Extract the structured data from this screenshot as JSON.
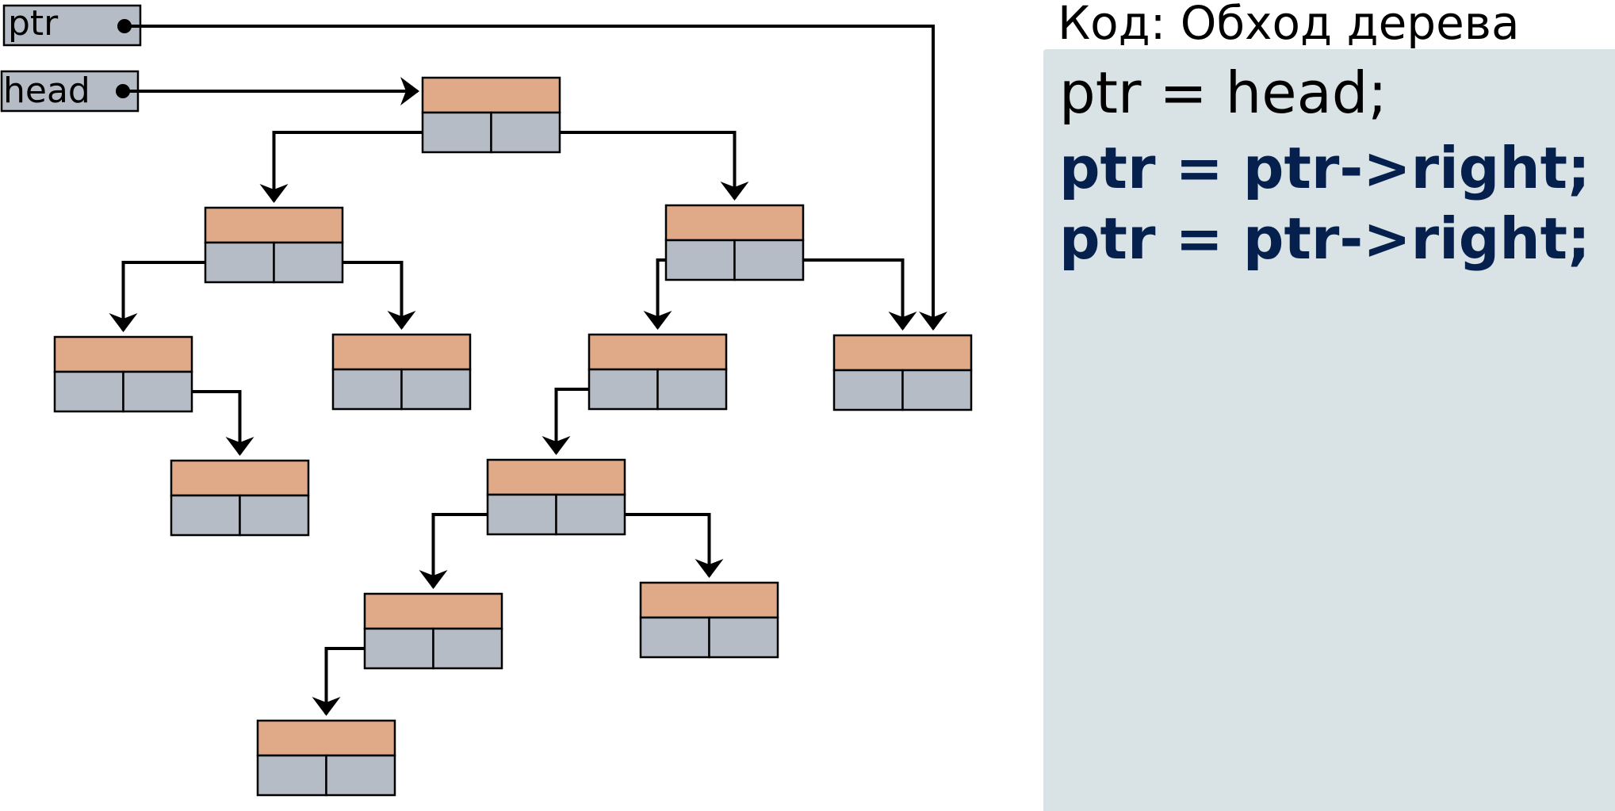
{
  "colors": {
    "node_value": "#e0aa88",
    "node_pointer": "#b6bcc6",
    "stroke": "#000000",
    "code_panel": "#d9e2e5",
    "code_normal": "#000000",
    "code_highlight": "#06204e"
  },
  "variables": [
    {
      "id": "ptr",
      "label": "ptr"
    },
    {
      "id": "head",
      "label": "head"
    }
  ],
  "tree": {
    "nodes": [
      {
        "id": "n0"
      },
      {
        "id": "n1"
      },
      {
        "id": "n2"
      },
      {
        "id": "n3"
      },
      {
        "id": "n4"
      },
      {
        "id": "n5"
      },
      {
        "id": "n6"
      },
      {
        "id": "n7"
      },
      {
        "id": "n8"
      },
      {
        "id": "n9"
      },
      {
        "id": "n10"
      },
      {
        "id": "n11"
      },
      {
        "id": "n12"
      }
    ],
    "edges": [
      {
        "from": "n0",
        "side": "left",
        "to": "n1"
      },
      {
        "from": "n0",
        "side": "right",
        "to": "n2"
      },
      {
        "from": "n1",
        "side": "left",
        "to": "n3"
      },
      {
        "from": "n1",
        "side": "right",
        "to": "n4"
      },
      {
        "from": "n2",
        "side": "left",
        "to": "n5"
      },
      {
        "from": "n2",
        "side": "right",
        "to": "n6"
      },
      {
        "from": "n3",
        "side": "right",
        "to": "n7"
      },
      {
        "from": "n5",
        "side": "left",
        "to": "n8"
      },
      {
        "from": "n8",
        "side": "left",
        "to": "n9"
      },
      {
        "from": "n8",
        "side": "right",
        "to": "n10"
      },
      {
        "from": "n9",
        "side": "left",
        "to": "n11"
      }
    ],
    "pointer_targets": {
      "head": "n0",
      "ptr": "n6"
    }
  },
  "code": {
    "title": "Код: Обход дерева",
    "lines": [
      {
        "text": "ptr = head;",
        "style": "normal"
      },
      {
        "text": "ptr = ptr->right;",
        "style": "highlight"
      },
      {
        "text": "ptr = ptr->right;",
        "style": "highlight"
      }
    ]
  }
}
